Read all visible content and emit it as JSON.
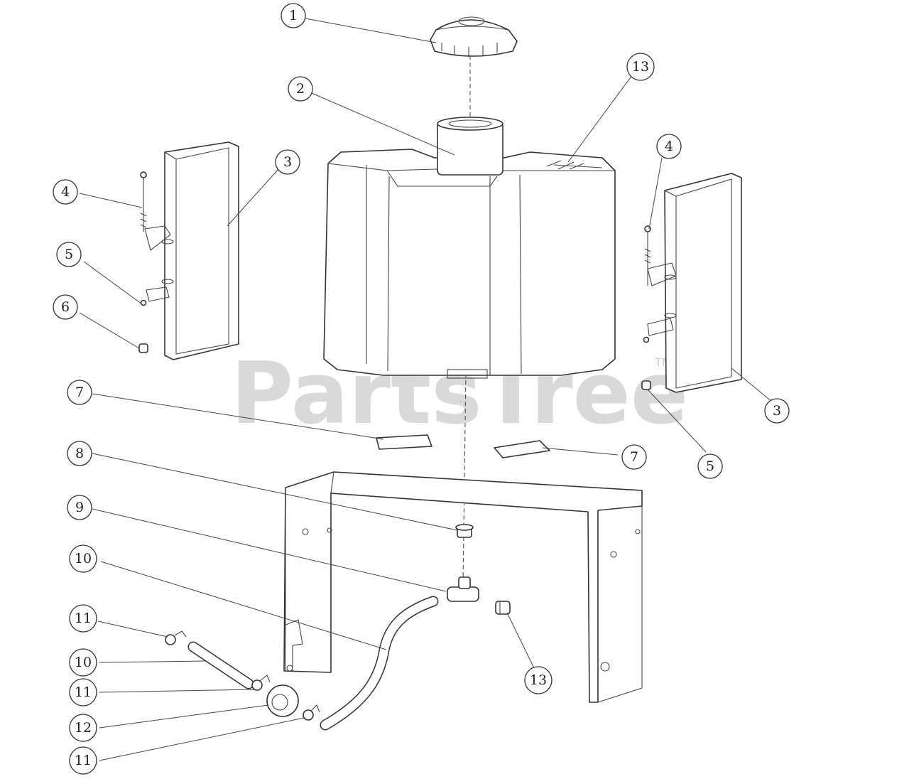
{
  "watermark": {
    "text": "PartsTree",
    "mark": "TM"
  },
  "callouts": [
    "1",
    "2",
    "3",
    "4",
    "5",
    "6",
    "7",
    "8",
    "9",
    "10",
    "11",
    "12",
    "13"
  ]
}
